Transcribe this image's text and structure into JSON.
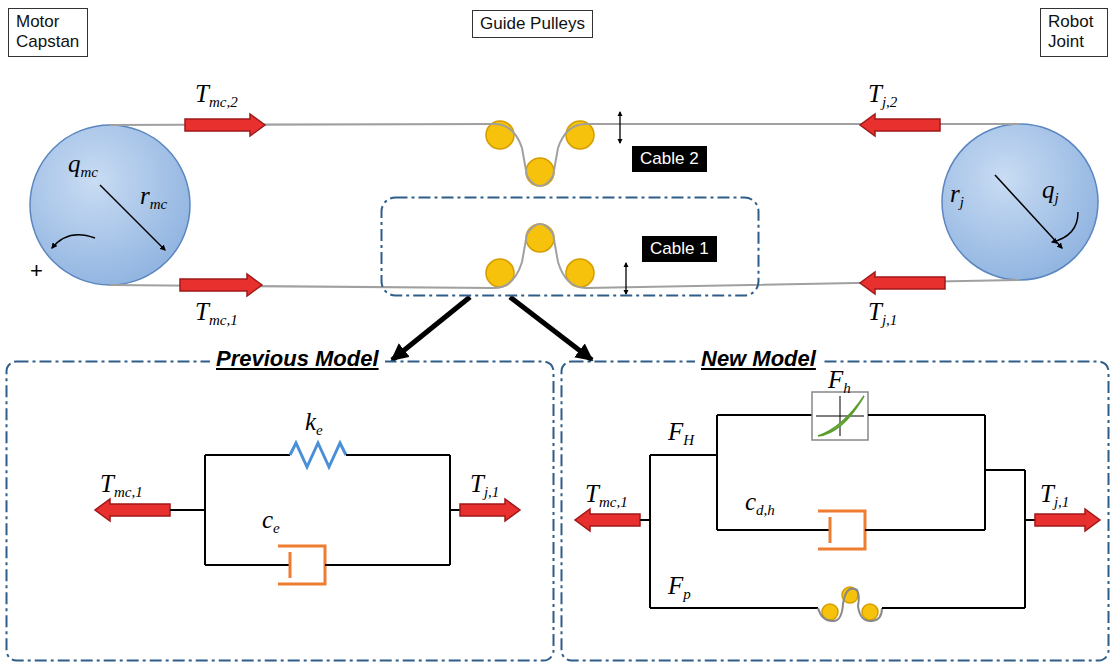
{
  "diagram": {
    "nodes": [
      {
        "text": [
          "Motor Capstan"
        ]
      },
      {
        "text": [
          "Guide Pulleys"
        ]
      },
      {
        "text": [
          "Robot Joint"
        ]
      },
      {
        "text": [
          "Cable 2"
        ]
      },
      {
        "text": [
          "Cable 1"
        ]
      },
      {
        "text": [
          "Previous Model"
        ]
      },
      {
        "text": [
          "New Model"
        ]
      }
    ],
    "edges": [
      {
        "from": 4,
        "to": 5,
        "arrow": "to"
      },
      {
        "from": 4,
        "to": 6,
        "arrow": "to"
      }
    ],
    "labels": [
      "Tmc,2",
      "Tj,2",
      "qmc",
      "rmc",
      "rj",
      "qj",
      "+",
      "Tmc,1",
      "Tj,1",
      "Tmc,1",
      "ke",
      "ce",
      "Tj,1",
      "Fh",
      "FH",
      "cd,h",
      "Fp",
      "Tmc,1",
      "Tj,1"
    ]
  }
}
